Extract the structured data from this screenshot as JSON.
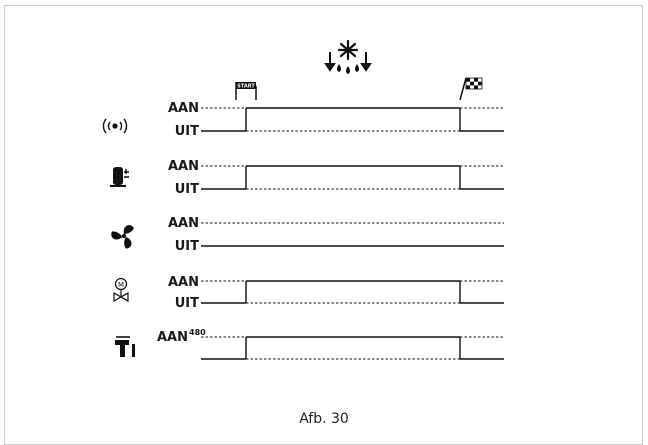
{
  "caption": "Afb. 30",
  "on_label": "AAN",
  "off_label": "UIT",
  "flags": {
    "start_text": "START"
  },
  "rows": [
    {
      "icon": "alarm-signal-icon",
      "on": "AAN",
      "off": "UIT",
      "sup": "",
      "behavior": "on-during-defrost"
    },
    {
      "icon": "compressor-icon",
      "on": "AAN",
      "off": "UIT",
      "sup": "",
      "behavior": "on-during-defrost"
    },
    {
      "icon": "fan-icon",
      "on": "AAN",
      "off": "UIT",
      "sup": "",
      "behavior": "always-off"
    },
    {
      "icon": "motor-valve-icon",
      "on": "AAN",
      "off": "UIT",
      "sup": "",
      "behavior": "on-during-defrost"
    },
    {
      "icon": "drain-heater-icon",
      "on": "AAN",
      "off": "",
      "sup": "480",
      "behavior": "on-during-defrost"
    }
  ],
  "header_icon": "defrost-snowflake-drops-icon",
  "start_icon": "start-flag-icon",
  "end_icon": "finish-flag-icon"
}
